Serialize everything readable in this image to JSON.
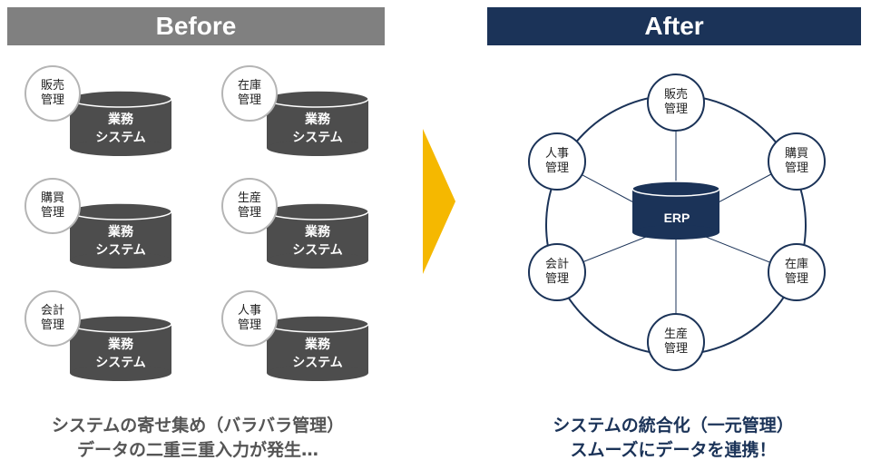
{
  "before": {
    "header": "Before",
    "units": [
      {
        "dept": "販売\n管理",
        "system": "業務\nシステム"
      },
      {
        "dept": "在庫\n管理",
        "system": "業務\nシステム"
      },
      {
        "dept": "購買\n管理",
        "system": "業務\nシステム"
      },
      {
        "dept": "生産\n管理",
        "system": "業務\nシステム"
      },
      {
        "dept": "会計\n管理",
        "system": "業務\nシステム"
      },
      {
        "dept": "人事\n管理",
        "system": "業務\nシステム"
      }
    ],
    "caption_line1": "システムの寄せ集め（バラバラ管理）",
    "caption_line2": "データの二重三重入力が発生…"
  },
  "after": {
    "header": "After",
    "center": "ERP",
    "nodes": [
      "販売\n管理",
      "購買\n管理",
      "在庫\n管理",
      "生産\n管理",
      "会計\n管理",
      "人事\n管理"
    ],
    "caption_line1": "システムの統合化（一元管理）",
    "caption_line2": "スムーズにデータを連携！"
  },
  "colors": {
    "before_header": "#808080",
    "after_navy": "#1b3358",
    "cylinder_gray": "#4d4d4d",
    "arrow": "#f5b800"
  }
}
